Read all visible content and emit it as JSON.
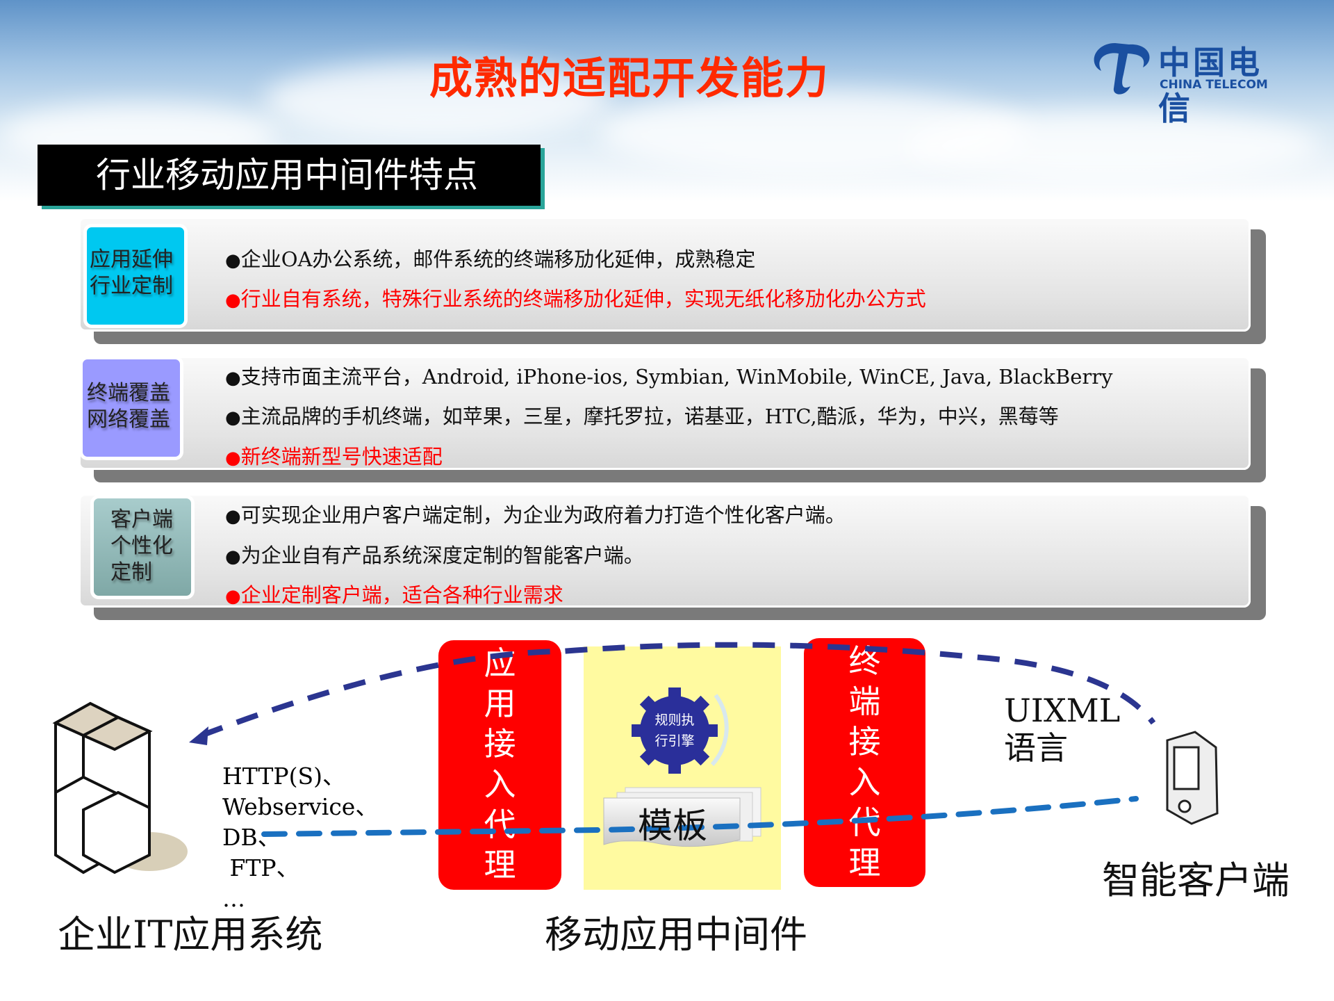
{
  "slide": {
    "title": "成熟的适配开发能力",
    "logo": {
      "text_cn": "中国电信",
      "text_en": "CHINA TELECOM"
    },
    "section_header": "行业移动应用中间件特点",
    "rows": [
      {
        "label": [
          "应用延伸",
          "行业定制"
        ],
        "label_color": "#00c8f0",
        "lines": [
          {
            "text": "企业OA办公系统，邮件系统的终端移劢化延伸，成熟稳定",
            "color": "#111111"
          },
          {
            "text": "行业自有系统，特殊行业系统的终端移劢化延伸，实现无纸化移劢化办公方式",
            "color": "#ff0000"
          }
        ]
      },
      {
        "label": [
          "终端覆盖",
          "网络覆盖"
        ],
        "label_color": "#9a9aff",
        "lines": [
          {
            "text": "支持市面主流平台，Android, iPhone-ios, Symbian, WinMobile, WinCE, Java, BlackBerry",
            "color": "#111111"
          },
          {
            "text": "主流品牌的手机终端，如苹果，三星，摩托罗拉，诺基亚，HTC,酷派，华为，中兴，黑莓等",
            "color": "#111111"
          },
          {
            "text": "新终端新型号快速适配",
            "color": "#ff0000"
          }
        ]
      },
      {
        "label": [
          "客户端",
          "个性化",
          "定制"
        ],
        "label_color": "#8db6b4",
        "lines": [
          {
            "text": "可实现企业用户客户端定制，为企业为政府着力打造个性化客户端。",
            "color": "#111111"
          },
          {
            "text": "为企业自有产品系统深度定制的智能客户端。",
            "color": "#111111"
          },
          {
            "text": "企业定制客户端，适合各种行业需求",
            "color": "#ff0000"
          }
        ]
      }
    ],
    "diagram": {
      "app_proxy": "应用接入代理",
      "terminal_proxy": "终端接入代理",
      "engine": [
        "规则执",
        "行引擎"
      ],
      "template": "模板",
      "protocols": [
        "HTTP(S)、",
        "Webservice、",
        "DB、",
        " FTP、",
        "…"
      ],
      "uixml": [
        "UIXML",
        "语言"
      ],
      "enterprise_label": "企业IT应用系统",
      "middleware_label": "移动应用中间件",
      "client_label": "智能客户端",
      "colors": {
        "top_arrow": "#2b3590",
        "bottom_line": "#1a70c0",
        "proxy": "#ff0000",
        "middleware_bg": "#fffaa0"
      }
    }
  }
}
